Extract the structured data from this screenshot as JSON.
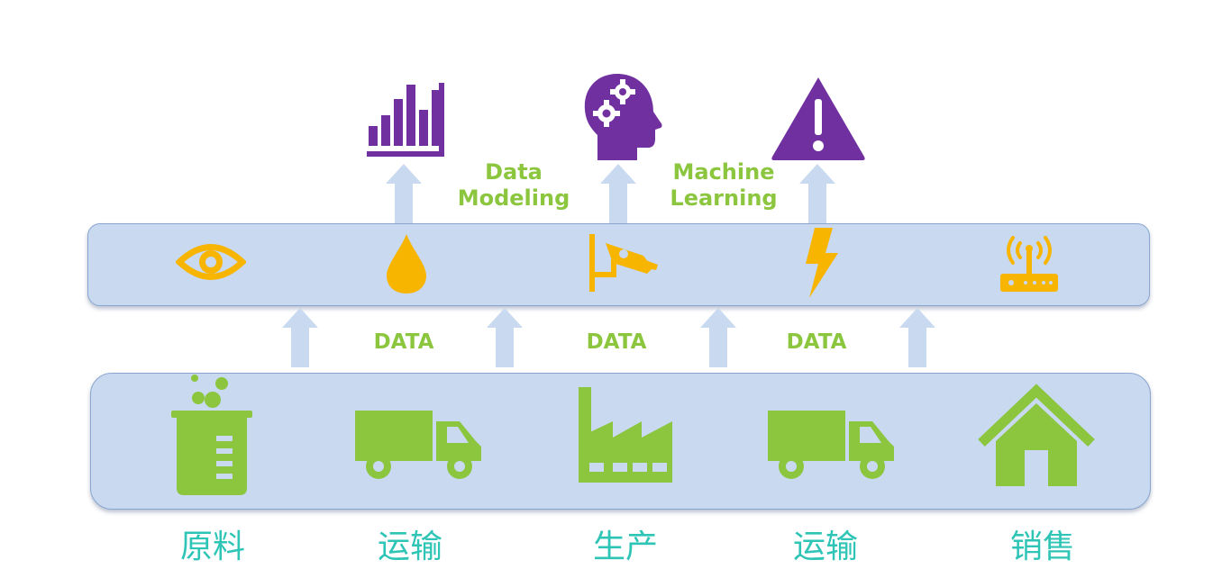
{
  "analytics": {
    "data_modeling": "Data\nModeling",
    "machine_learning": "Machine\nLearning"
  },
  "data_flow": {
    "labels": [
      "DATA",
      "DATA",
      "DATA"
    ]
  },
  "stages": [
    "原料",
    "运输",
    "生产",
    "运输",
    "销售"
  ],
  "icons": {
    "top": [
      "bar-chart-icon",
      "head-gears-icon",
      "warning-triangle-icon"
    ],
    "sensors": [
      "eye-icon",
      "droplet-icon",
      "security-camera-icon",
      "lightning-bolt-icon",
      "wifi-router-icon"
    ],
    "process": [
      "beaker-icon",
      "truck-icon",
      "factory-icon",
      "truck-icon",
      "house-icon"
    ]
  },
  "colors": {
    "band_fill": "#c8d9f0",
    "band_border": "#8aa6cf",
    "arrow": "#c8d9f0",
    "purple": "#7030a0",
    "orange": "#f7b500",
    "green": "#8cc63f",
    "teal": "#2ec4b6"
  }
}
